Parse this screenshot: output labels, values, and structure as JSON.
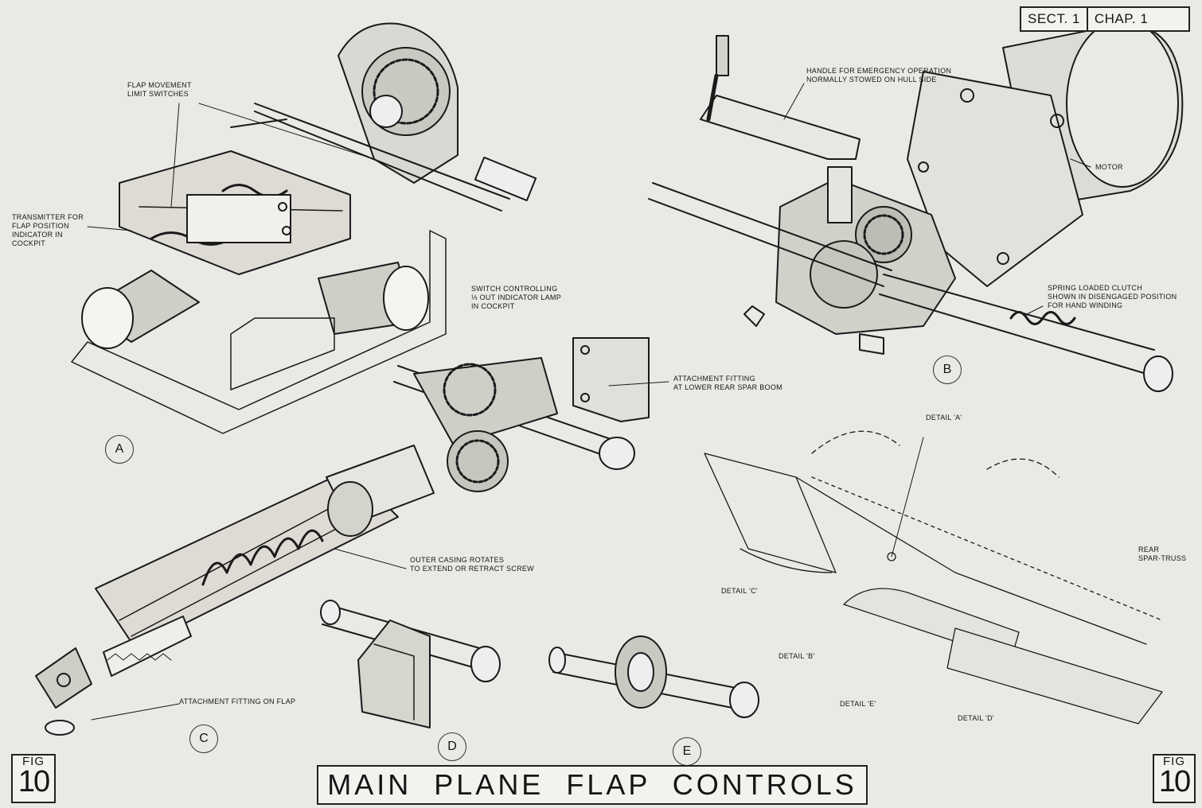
{
  "header": {
    "section": "SECT. 1",
    "chapter": "CHAP. 1"
  },
  "title": "MAIN PLANE  FLAP  CONTROLS",
  "fig": {
    "word": "FIG",
    "number": "10"
  },
  "views": {
    "a": "A",
    "b": "B",
    "c": "C",
    "d": "D",
    "e": "E"
  },
  "labels": {
    "limit_switches": "FLAP MOVEMENT\nLIMIT SWITCHES",
    "transmitter": "TRANSMITTER FOR\nFLAP POSITION\nINDICATOR IN\nCOCKPIT",
    "switch_lamp": "SWITCH CONTROLLING\n⅓ OUT INDICATOR LAMP\nIN COCKPIT",
    "handle": "HANDLE FOR EMERGENCY OPERATION\nNORMALLY STOWED ON HULL SIDE",
    "motor": "MOTOR",
    "clutch": "SPRING LOADED CLUTCH\nSHOWN IN DISENGAGED POSITION\nFOR HAND WINDING",
    "attachment_spar": "ATTACHMENT FITTING\nAT LOWER REAR SPAR BOOM",
    "outer_casing": "OUTER CASING ROTATES\nTO EXTEND OR RETRACT SCREW",
    "attachment_flap": "ATTACHMENT FITTING ON FLAP",
    "rear_spar": "REAR\nSPAR-TRUSS",
    "detail_a": "DETAIL 'A'",
    "detail_b": "DETAIL 'B'",
    "detail_c": "DETAIL 'C'",
    "detail_d": "DETAIL 'D'",
    "detail_e": "DETAIL 'E'"
  }
}
